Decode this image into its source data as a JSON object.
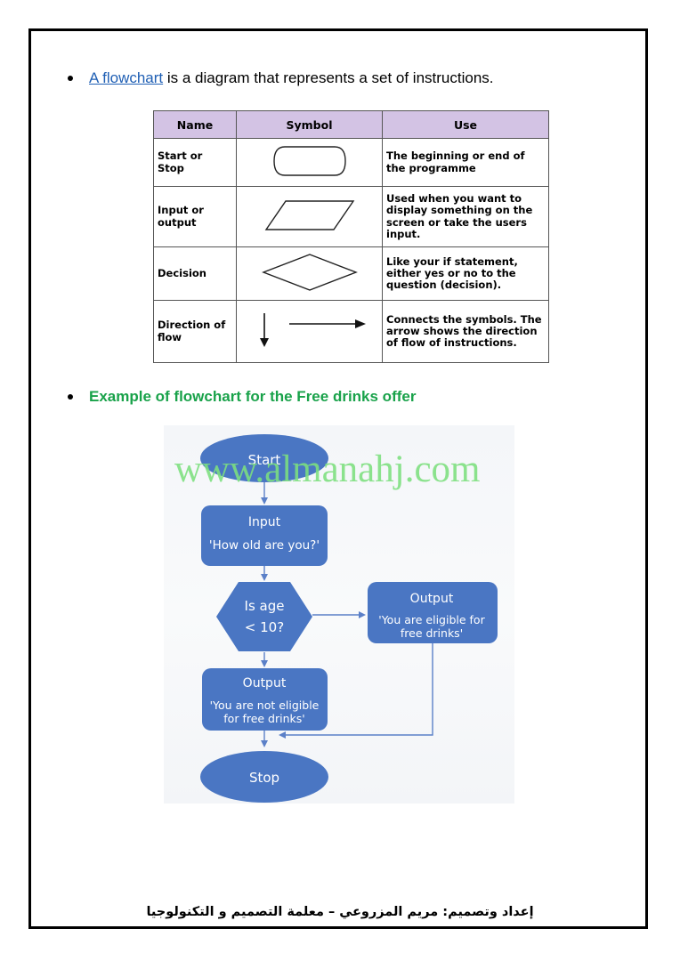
{
  "intro": {
    "link_text": "A flowchart",
    "text": " is a diagram that represents a set of instructions."
  },
  "symbol_table": {
    "headers": [
      "Name",
      "Symbol",
      "Use"
    ],
    "rows": [
      {
        "name": "Start or Stop",
        "symbol": "terminator-shape",
        "use": "The beginning or end of the programme"
      },
      {
        "name": "Input or output",
        "symbol": "parallelogram-shape",
        "use": "Used when you want to display something on the screen or take the users input."
      },
      {
        "name": "Decision",
        "symbol": "diamond-shape",
        "use": "Like your if statement, either yes or no to the question (decision)."
      },
      {
        "name": "Direction of flow",
        "symbol": "arrow-icons",
        "use": "Connects the symbols. The arrow shows the direction of flow of instructions."
      }
    ]
  },
  "example_heading": "Example of flowchart for the Free drinks offer",
  "flowchart": {
    "start": "Start",
    "input_title": "Input",
    "input_text": "'How old are you?'",
    "decision_line1": "Is age",
    "decision_line2": "< 10?",
    "output_yes_title": "Output",
    "output_yes_line1": "'You are eligible for",
    "output_yes_line2": "free drinks'",
    "output_no_title": "Output",
    "output_no_line1": "'You are not eligible",
    "output_no_line2": "for free drinks'",
    "stop": "Stop"
  },
  "colors": {
    "node_fill": "#4a76c3",
    "connector": "#5b80c8",
    "table_header": "#d3c3e4",
    "heading_green": "#19a24a",
    "link_blue": "#1f5fb4"
  },
  "watermark": "www.almanahj.com",
  "footer": "إعداد وتصميم: مريم المزروعي – معلمة التصميم و التكنولوجيا"
}
